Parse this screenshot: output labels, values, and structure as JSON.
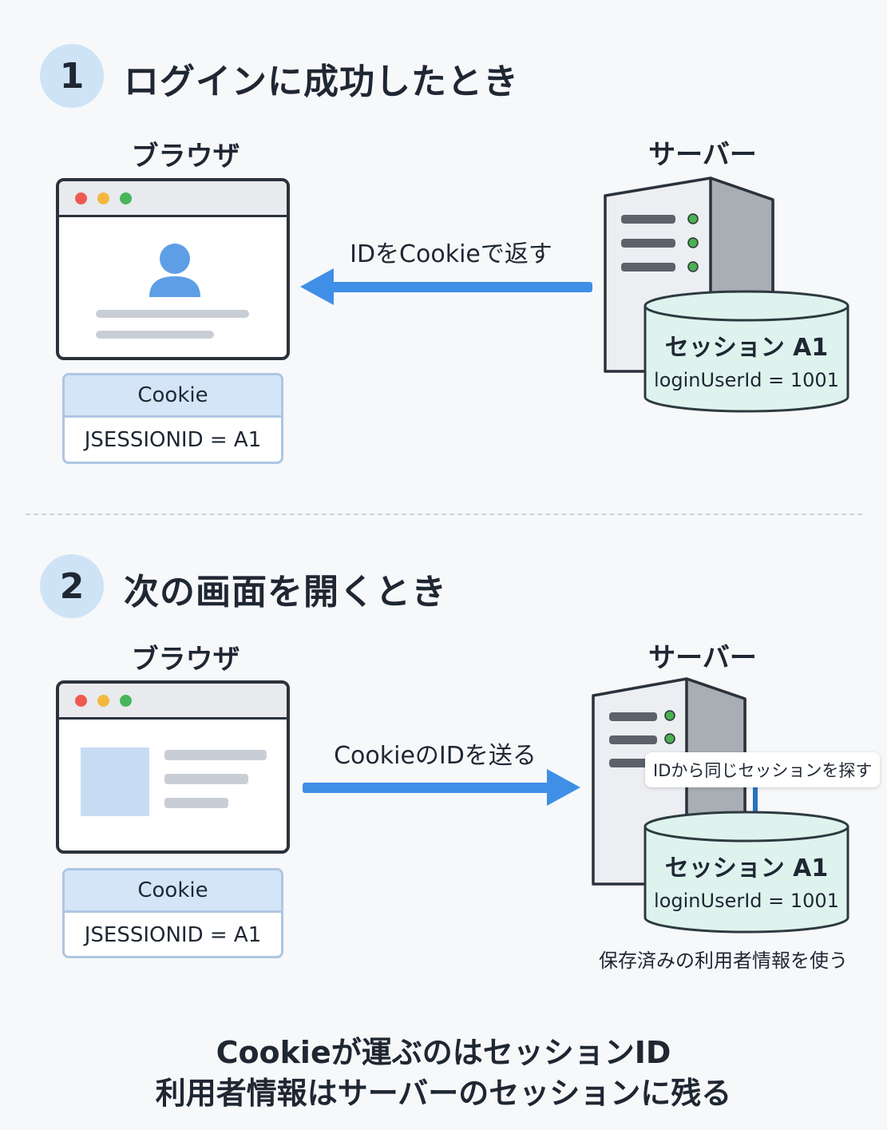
{
  "section1": {
    "number": "1",
    "title": "ログインに成功したとき",
    "browser_label": "ブラウザ",
    "server_label": "サーバー",
    "arrow_label": "IDをCookieで返す",
    "cookie": {
      "header": "Cookie",
      "value": "JSESSIONID = A1"
    },
    "session": {
      "name": "セッション A1",
      "value": "loginUserId = 1001"
    }
  },
  "section2": {
    "number": "2",
    "title": "次の画面を開くとき",
    "browser_label": "ブラウザ",
    "server_label": "サーバー",
    "arrow_label": "CookieのIDを送る",
    "cookie": {
      "header": "Cookie",
      "value": "JSESSIONID = A1"
    },
    "lookup_label": "IDから同じセッションを探す",
    "session": {
      "name": "セッション A1",
      "value": "loginUserId = 1001"
    },
    "caption": "保存済みの利用者情報を使う"
  },
  "summary": {
    "line1": "Cookieが運ぶのはセッションID",
    "line2": "利用者情報はサーバーのセッションに残る"
  },
  "colors": {
    "badge": "#cfe3f7",
    "arrow": "#3f8fe6",
    "lookup_arrow": "#2a73c0",
    "session_fill": "#dff3ee",
    "session_stroke": "#2d3a40",
    "server_light": "#eceef1",
    "server_dark": "#a9adb4",
    "status_green": "#4caf50",
    "dot_red": "#ee5a52",
    "dot_yellow": "#f4b73e",
    "dot_green": "#48b55b"
  }
}
